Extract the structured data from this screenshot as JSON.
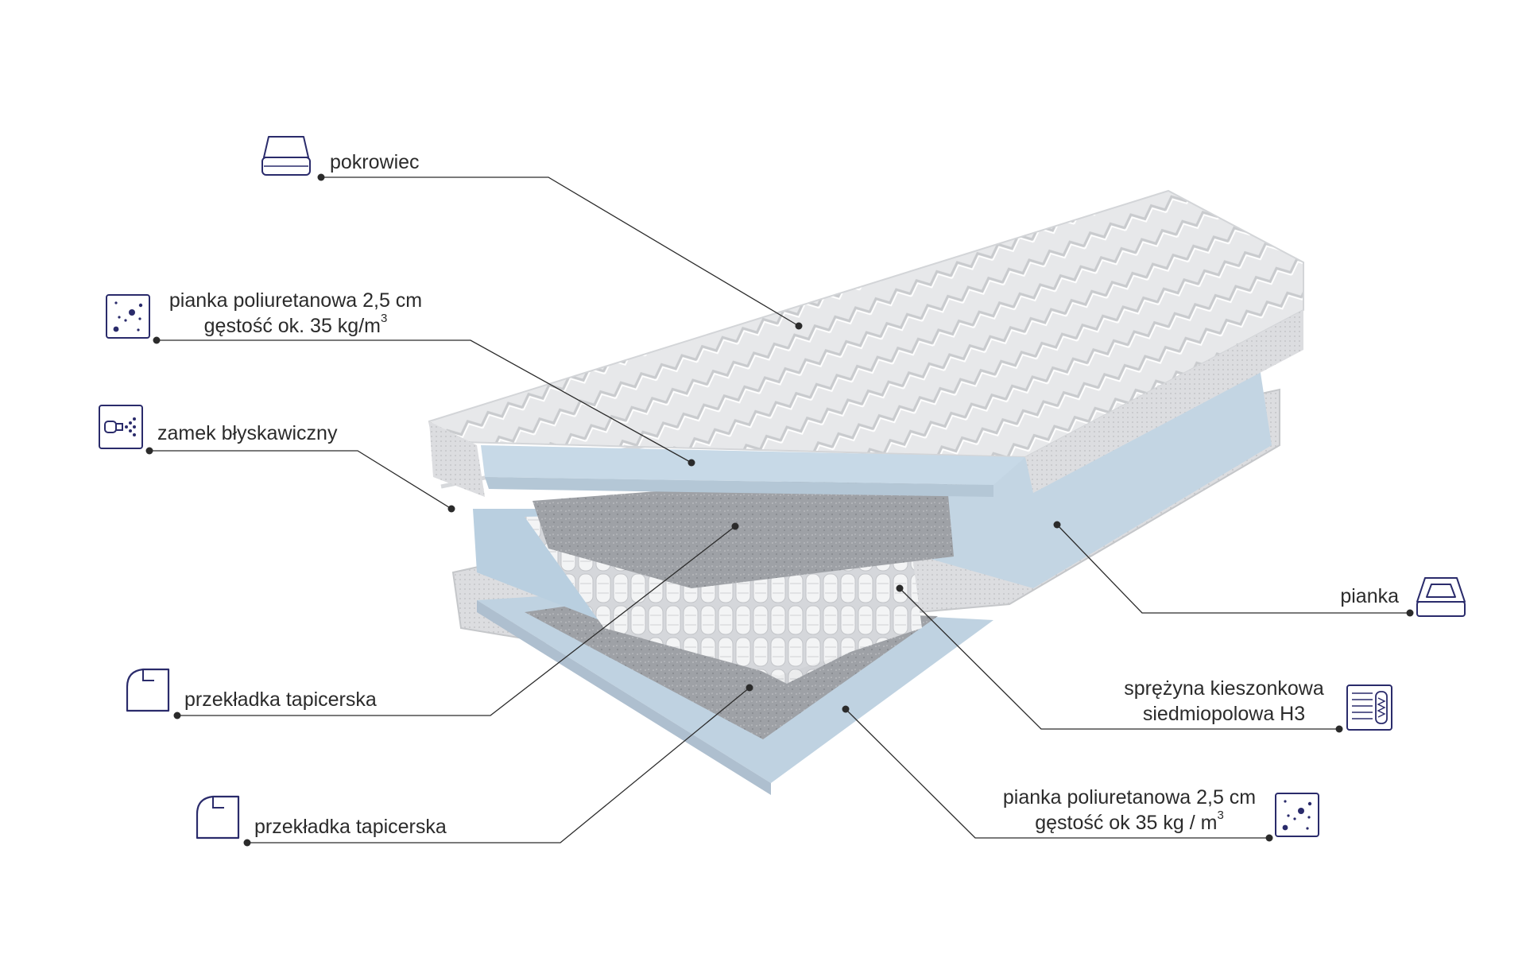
{
  "accent_color": "#2a2b6b",
  "line_color": "#2b2b2b",
  "callouts": {
    "cover": {
      "text": "pokrowiec",
      "icon": "mattress-cover-icon"
    },
    "top_foam": {
      "line1": "pianka poliuretanowa 2,5 cm",
      "line2": "gęstość ok. 35 kg/m",
      "sup": "3",
      "icon": "foam-density-icon"
    },
    "zipper": {
      "text": "zamek błyskawiczny",
      "icon": "zipper-icon"
    },
    "pad_upper": {
      "text": "przekładka tapicerska",
      "icon": "upholstery-pad-icon"
    },
    "pad_lower": {
      "text": "przekładka tapicerska",
      "icon": "upholstery-pad-icon"
    },
    "foam_frame": {
      "text": "pianka",
      "icon": "foam-frame-icon"
    },
    "spring": {
      "line1": "sprężyna kieszonkowa",
      "line2": "siedmiopolowa H3",
      "icon": "pocket-spring-icon"
    },
    "bottom_foam": {
      "line1": "pianka poliuretanowa 2,5 cm",
      "line2": "gęstość ok 35 kg / m",
      "sup": "3",
      "icon": "foam-density-icon"
    }
  }
}
